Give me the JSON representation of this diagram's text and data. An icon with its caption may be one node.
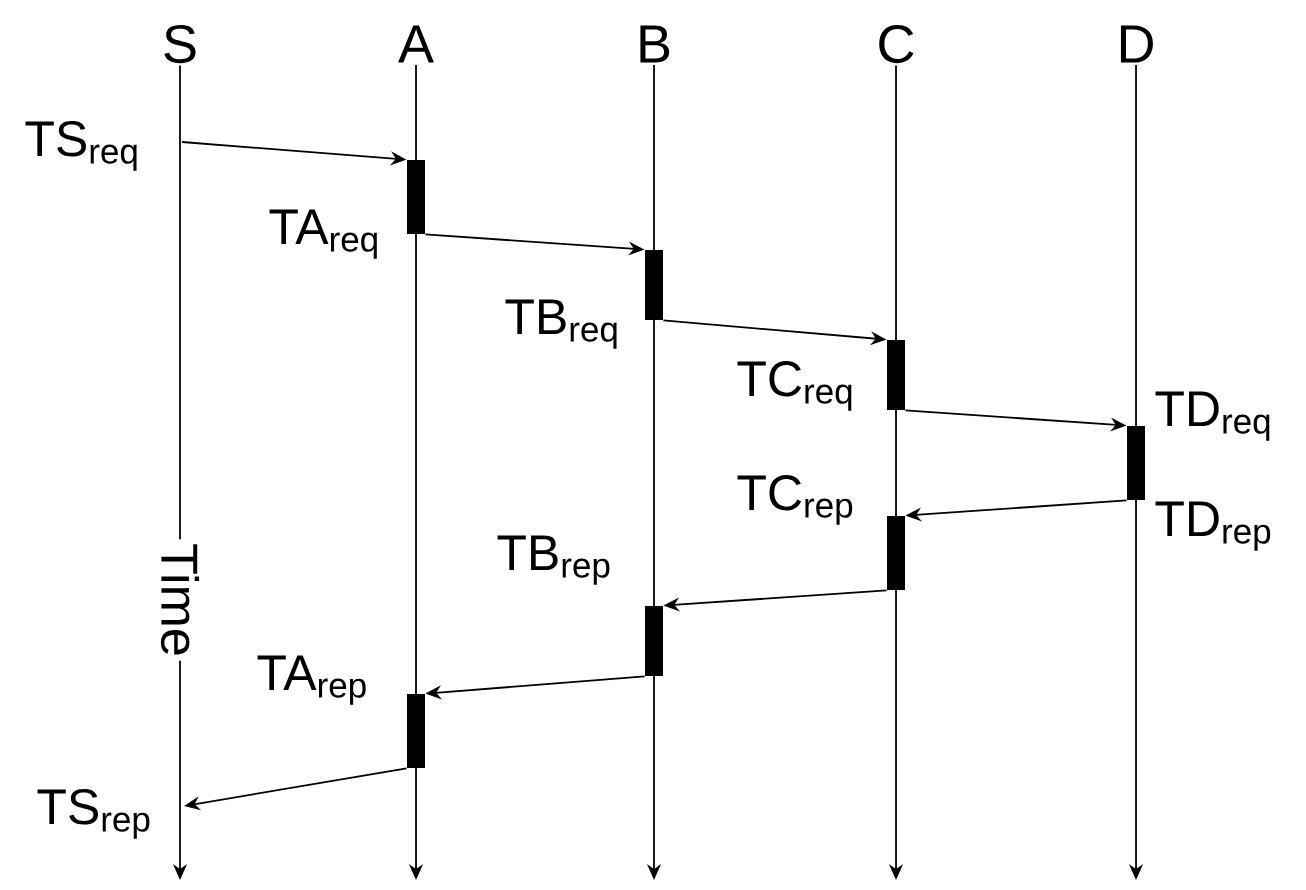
{
  "diagram": {
    "nodes": [
      {
        "text": [
          "S"
        ]
      },
      {
        "text": [
          "A"
        ]
      },
      {
        "text": [
          "B"
        ]
      },
      {
        "text": [
          "C"
        ]
      },
      {
        "text": [
          "D"
        ]
      },
      {
        "text": [],
        "shape": "bar"
      },
      {
        "text": [],
        "shape": "bar"
      },
      {
        "text": [],
        "shape": "bar"
      },
      {
        "text": [],
        "shape": "bar"
      },
      {
        "text": [],
        "shape": "bar"
      },
      {
        "text": [],
        "shape": "bar"
      },
      {
        "text": [],
        "shape": "bar"
      }
    ],
    "edges": [
      {
        "from": 0,
        "to": null,
        "arrow": "to",
        "label": "Time"
      },
      {
        "from": 1,
        "to": null,
        "arrow": "to"
      },
      {
        "from": 2,
        "to": null,
        "arrow": "to"
      },
      {
        "from": 3,
        "to": null,
        "arrow": "to"
      },
      {
        "from": 4,
        "to": null,
        "arrow": "to"
      },
      {
        "from": null,
        "to": 5,
        "arrow": "to"
      },
      {
        "from": 5,
        "to": 6,
        "arrow": "to"
      },
      {
        "from": 6,
        "to": 7,
        "arrow": "to"
      },
      {
        "from": 7,
        "to": 8,
        "arrow": "to"
      },
      {
        "from": 8,
        "to": 9,
        "arrow": "to"
      },
      {
        "from": 9,
        "to": 10,
        "arrow": "to"
      },
      {
        "from": 10,
        "to": 11,
        "arrow": "to"
      },
      {
        "from": 11,
        "to": null,
        "arrow": "to"
      }
    ],
    "labels": [
      "TS$_{req}$",
      "TA$_{req}$",
      "TB$_{req}$",
      "TC$_{req}$",
      "TD$_{req}$",
      "TC$_{rep}$",
      "TD$_{rep}$",
      "TB$_{rep}$",
      "TA$_{rep}$",
      "TS$_{rep}$"
    ]
  }
}
